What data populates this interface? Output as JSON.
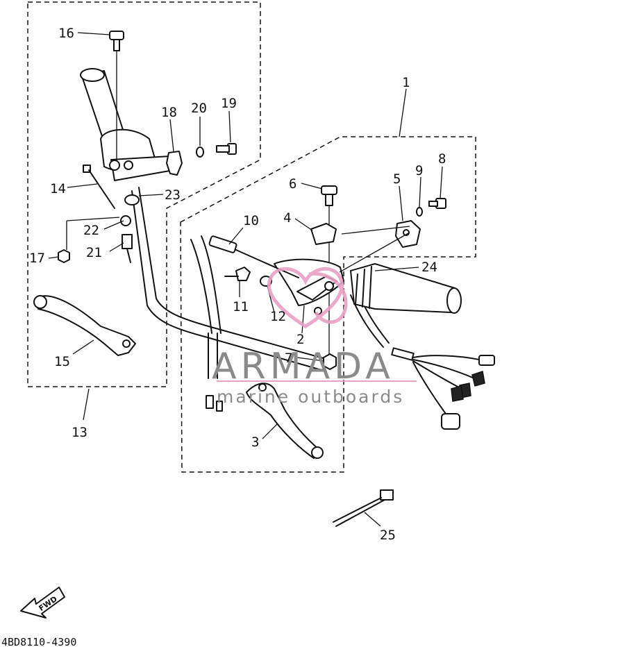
{
  "diagram": {
    "part_code": "4BD8110-4390",
    "fwd_label": "FWD",
    "watermark": {
      "brand": "ARMADA",
      "tagline": "marine outboards",
      "accent_color": "#e8a0c4"
    },
    "callouts": {
      "c1": "1",
      "c2": "2",
      "c3": "3",
      "c4": "4",
      "c5": "5",
      "c6": "6",
      "c7": "7",
      "c8": "8",
      "c9": "9",
      "c10": "10",
      "c11": "11",
      "c12": "12",
      "c13": "13",
      "c14": "14",
      "c15": "15",
      "c16": "16",
      "c17": "17",
      "c18": "18",
      "c19": "19",
      "c20": "20",
      "c21": "21",
      "c22": "22",
      "c23": "23",
      "c24": "24",
      "c25": "25"
    }
  }
}
